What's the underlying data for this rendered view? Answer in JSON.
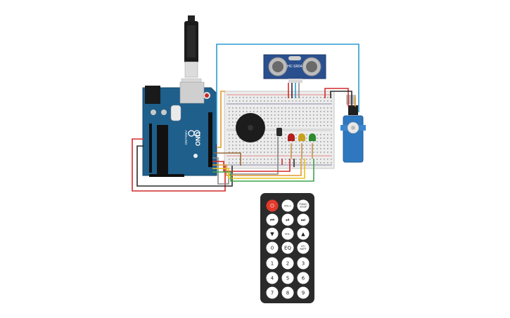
{
  "arduino": {
    "brand": "ARDUINO",
    "model": "UNO"
  },
  "sensor": {
    "label": "HC-SR04"
  },
  "remote": {
    "buttons": [
      {
        "name": "power",
        "label": "⏻"
      },
      {
        "name": "vol-plus",
        "label": "VOL+"
      },
      {
        "name": "func-stop",
        "label": "FUNC/\nSTOP"
      },
      {
        "name": "rewind",
        "label": "⏮"
      },
      {
        "name": "play-pause",
        "label": "⏯"
      },
      {
        "name": "fast-forward",
        "label": "⏭"
      },
      {
        "name": "down",
        "label": "▼"
      },
      {
        "name": "vol-minus",
        "label": "VOL-"
      },
      {
        "name": "up",
        "label": "▲"
      },
      {
        "name": "zero",
        "label": "0"
      },
      {
        "name": "eq",
        "label": "EQ"
      },
      {
        "name": "st-rept",
        "label": "ST/\nREPT"
      },
      {
        "name": "one",
        "label": "1"
      },
      {
        "name": "two",
        "label": "2"
      },
      {
        "name": "three",
        "label": "3"
      },
      {
        "name": "four",
        "label": "4"
      },
      {
        "name": "five",
        "label": "5"
      },
      {
        "name": "six",
        "label": "6"
      },
      {
        "name": "seven",
        "label": "7"
      },
      {
        "name": "eight",
        "label": "8"
      },
      {
        "name": "nine",
        "label": "9"
      }
    ]
  },
  "colors": {
    "arduino": "#1f5f8b",
    "wire_red": "#d42a2a",
    "wire_black": "#2a2a2a",
    "wire_blue": "#2b9ad1",
    "wire_orange": "#e39a2a",
    "wire_yellow": "#e6c21a",
    "wire_green": "#3aa64a",
    "wire_gray": "#8a8a8a",
    "wire_brown": "#9a6a3a",
    "led_red": "#b31e1e",
    "led_yellow": "#c9a21a",
    "led_green": "#2e8a2e",
    "sensor_body": "#2a4f8f",
    "servo_body": "#2f78c0",
    "remote_body": "#2b2b2b",
    "power_button": "#e23a2a"
  }
}
